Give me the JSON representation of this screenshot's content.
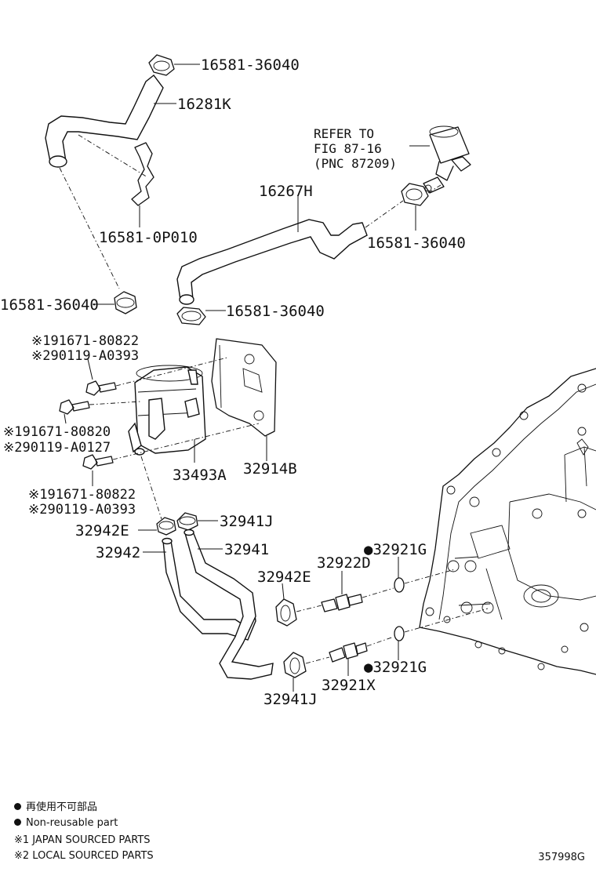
{
  "labels": {
    "clamp_top": "16581-36040",
    "hose_16281k": "16281K",
    "clip_0p010": "16581-0P010",
    "clamp_left": "16581-36040",
    "refer_line1": "REFER TO",
    "refer_line2": "FIG 87-16",
    "refer_line3": "(PNC 87209)",
    "hose_16267h": "16267H",
    "clamp_right": "16581-36040",
    "clamp_mid": "16581-36040",
    "bolt1_a": "※191671-80822",
    "bolt1_b": "※290119-A0393",
    "bolt2_a": "※191671-80820",
    "bolt2_b": "※290119-A0127",
    "bolt3_a": "※191671-80822",
    "bolt3_b": "※290119-A0393",
    "cooler": "33493A",
    "bracket": "32914B",
    "clamp_32942e_upper": "32942E",
    "clamp_32941j_upper": "32941J",
    "hose_32942": "32942",
    "hose_32941": "32941",
    "clamp_32942e_lower": "32942E",
    "union_32922d": "32922D",
    "oring_upper": "●32921G",
    "oring_lower": "●32921G",
    "union_32921x": "32921X",
    "clamp_32941j_lower": "32941J"
  },
  "legend": {
    "line1": "再使用不可部品",
    "line2": "Non-reusable part",
    "line3": "※1 JAPAN SOURCED PARTS",
    "line4": "※2 LOCAL SOURCED PARTS"
  },
  "diagram_code": "357998G"
}
